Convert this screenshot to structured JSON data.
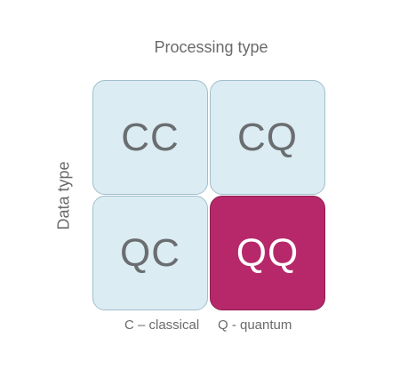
{
  "labels": {
    "processing_type": "Processing type",
    "data_type": "Data type"
  },
  "cells": {
    "cc": "CC",
    "cq": "CQ",
    "qc": "QC",
    "qq": "QQ"
  },
  "legend": {
    "classical": "C – classical",
    "quantum": "Q - quantum"
  },
  "colors": {
    "classical_fill": "#dcecf3",
    "quantum_fill": "#b6286a",
    "text": "#6a6a6a"
  }
}
